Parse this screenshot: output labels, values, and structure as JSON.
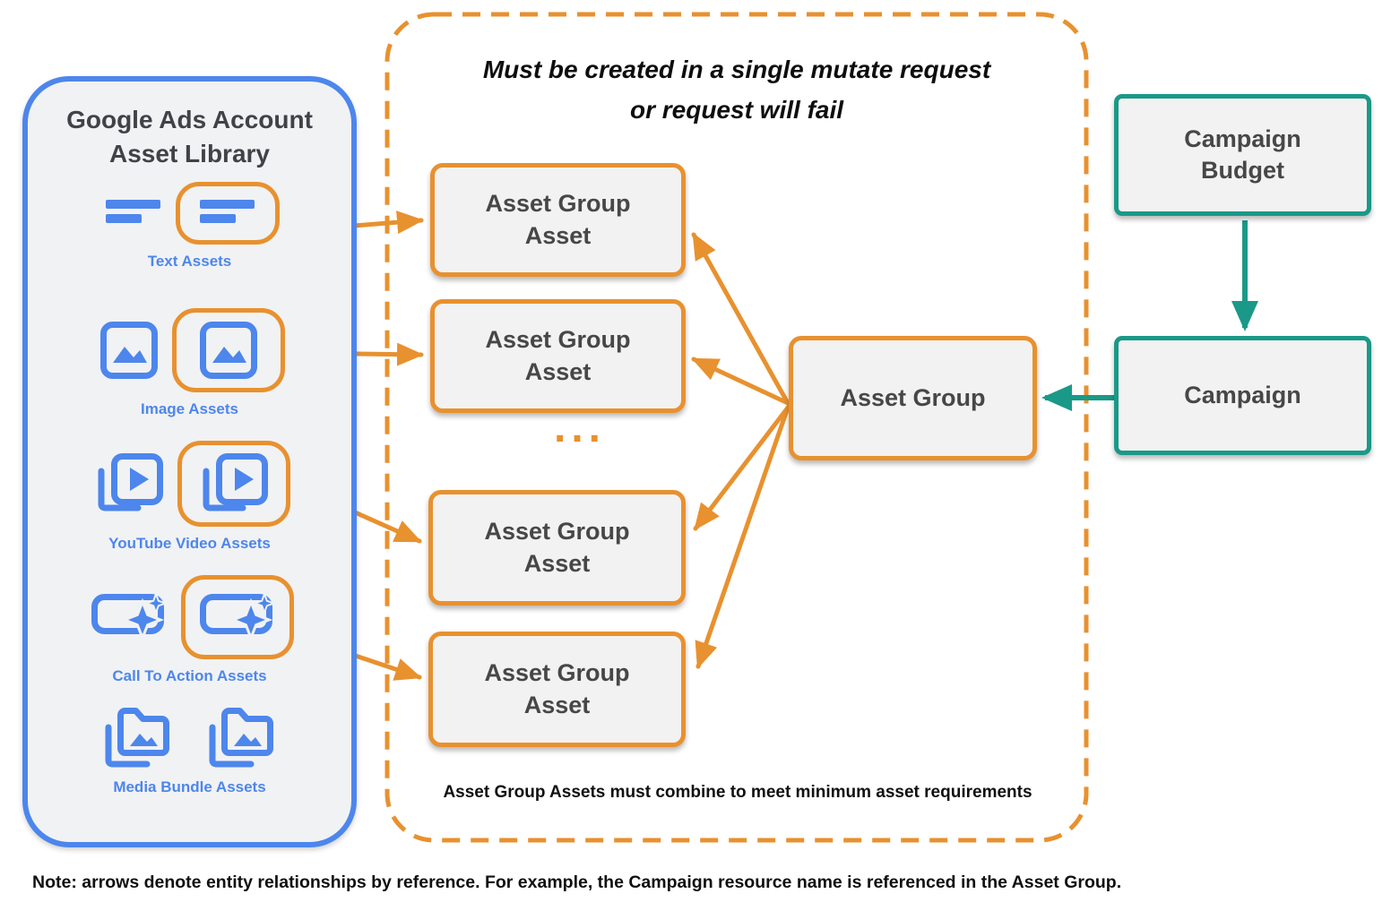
{
  "colors": {
    "orange": "#E8912F",
    "blue": "#4D86EC",
    "teal": "#1A9988",
    "node_fill": "#F2F2F2",
    "panel_fill": "#F1F2F4",
    "title_text": "#3F4347",
    "node_text": "#474747"
  },
  "asset_library": {
    "title_lines": [
      "Google Ads Account",
      "Asset Library"
    ],
    "categories": [
      {
        "label": "Text Assets",
        "icon": "text-asset-icon",
        "highlighted": true
      },
      {
        "label": "Image Assets",
        "icon": "image-asset-icon",
        "highlighted": true
      },
      {
        "label": "YouTube Video  Assets",
        "icon": "youtube-video-asset-icon",
        "highlighted": true
      },
      {
        "label": "Call To Action Assets",
        "icon": "call-to-action-asset-icon",
        "highlighted": true
      },
      {
        "label": "Media Bundle  Assets",
        "icon": "media-bundle-asset-icon",
        "highlighted": false
      }
    ]
  },
  "mutate_group": {
    "title_lines": [
      "Must be created in a single mutate request",
      "or request will fail"
    ],
    "asset_group_asset_lines": [
      "Asset Group",
      "Asset"
    ],
    "ellipsis": "...",
    "asset_group_label": "Asset Group",
    "caption": "Asset Group Assets must combine to meet minimum asset requirements"
  },
  "campaign_side": {
    "campaign_budget_lines": [
      "Campaign",
      "Budget"
    ],
    "campaign_label": "Campaign"
  },
  "note": "Note: arrows denote entity relationships by reference. For example, the Campaign resource name is referenced in the Asset Group."
}
